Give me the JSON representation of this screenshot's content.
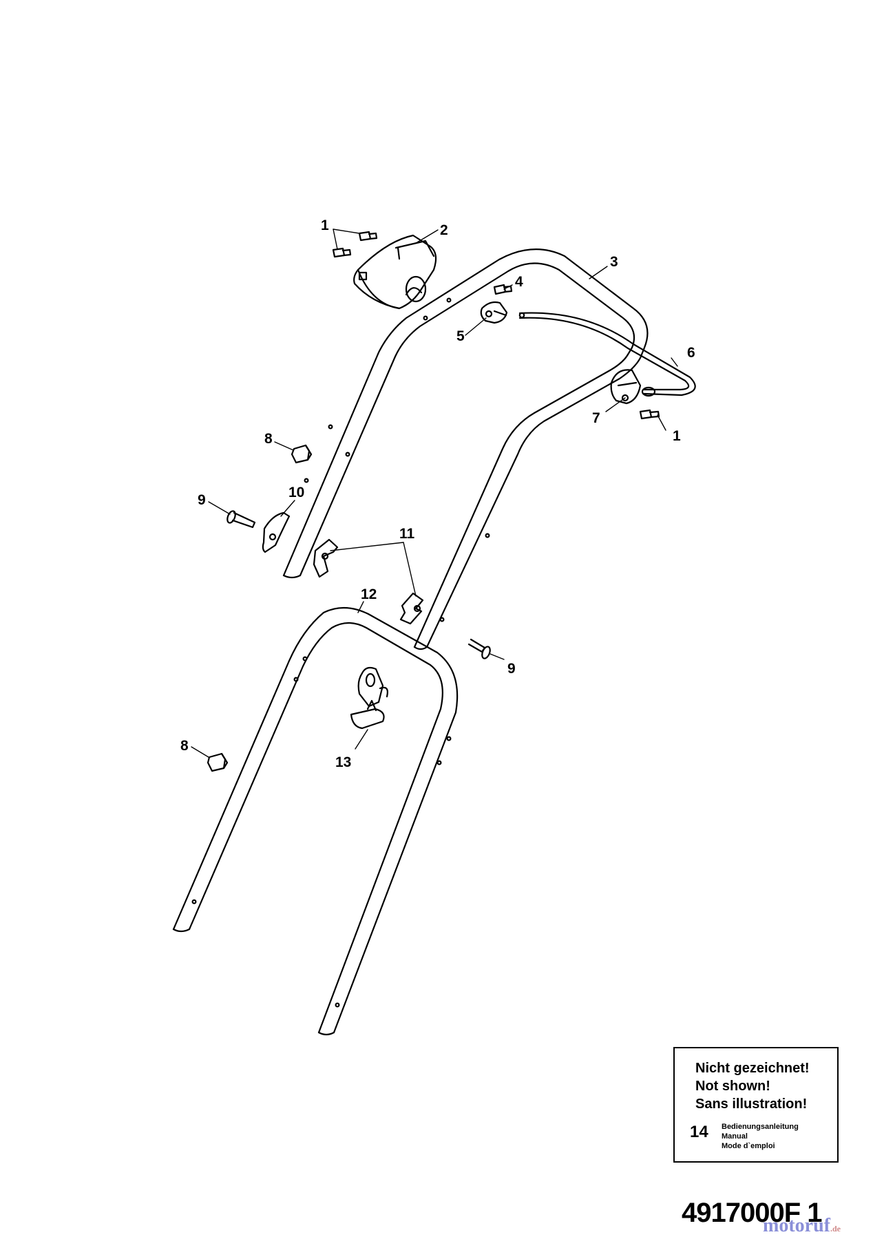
{
  "callouts": {
    "c1a": "1",
    "c2": "2",
    "c3": "3",
    "c4": "4",
    "c5": "5",
    "c6": "6",
    "c7": "7",
    "c1b": "1",
    "c8a": "8",
    "c9a": "9",
    "c10": "10",
    "c11": "11",
    "c12": "12",
    "c9b": "9",
    "c13": "13",
    "c8b": "8"
  },
  "legend": {
    "line1": "Nicht gezeichnet!",
    "line2": "Not shown!",
    "line3": "Sans illustration!",
    "item_number": "14",
    "item_de": "Bedienungsanleitung",
    "item_en": "Manual",
    "item_fr": "Mode d`emploi"
  },
  "doc_code": "4917000F 1",
  "watermark": {
    "text": "motoruf",
    "suffix": ".de"
  },
  "colors": {
    "line": "#000000",
    "background": "#ffffff"
  }
}
